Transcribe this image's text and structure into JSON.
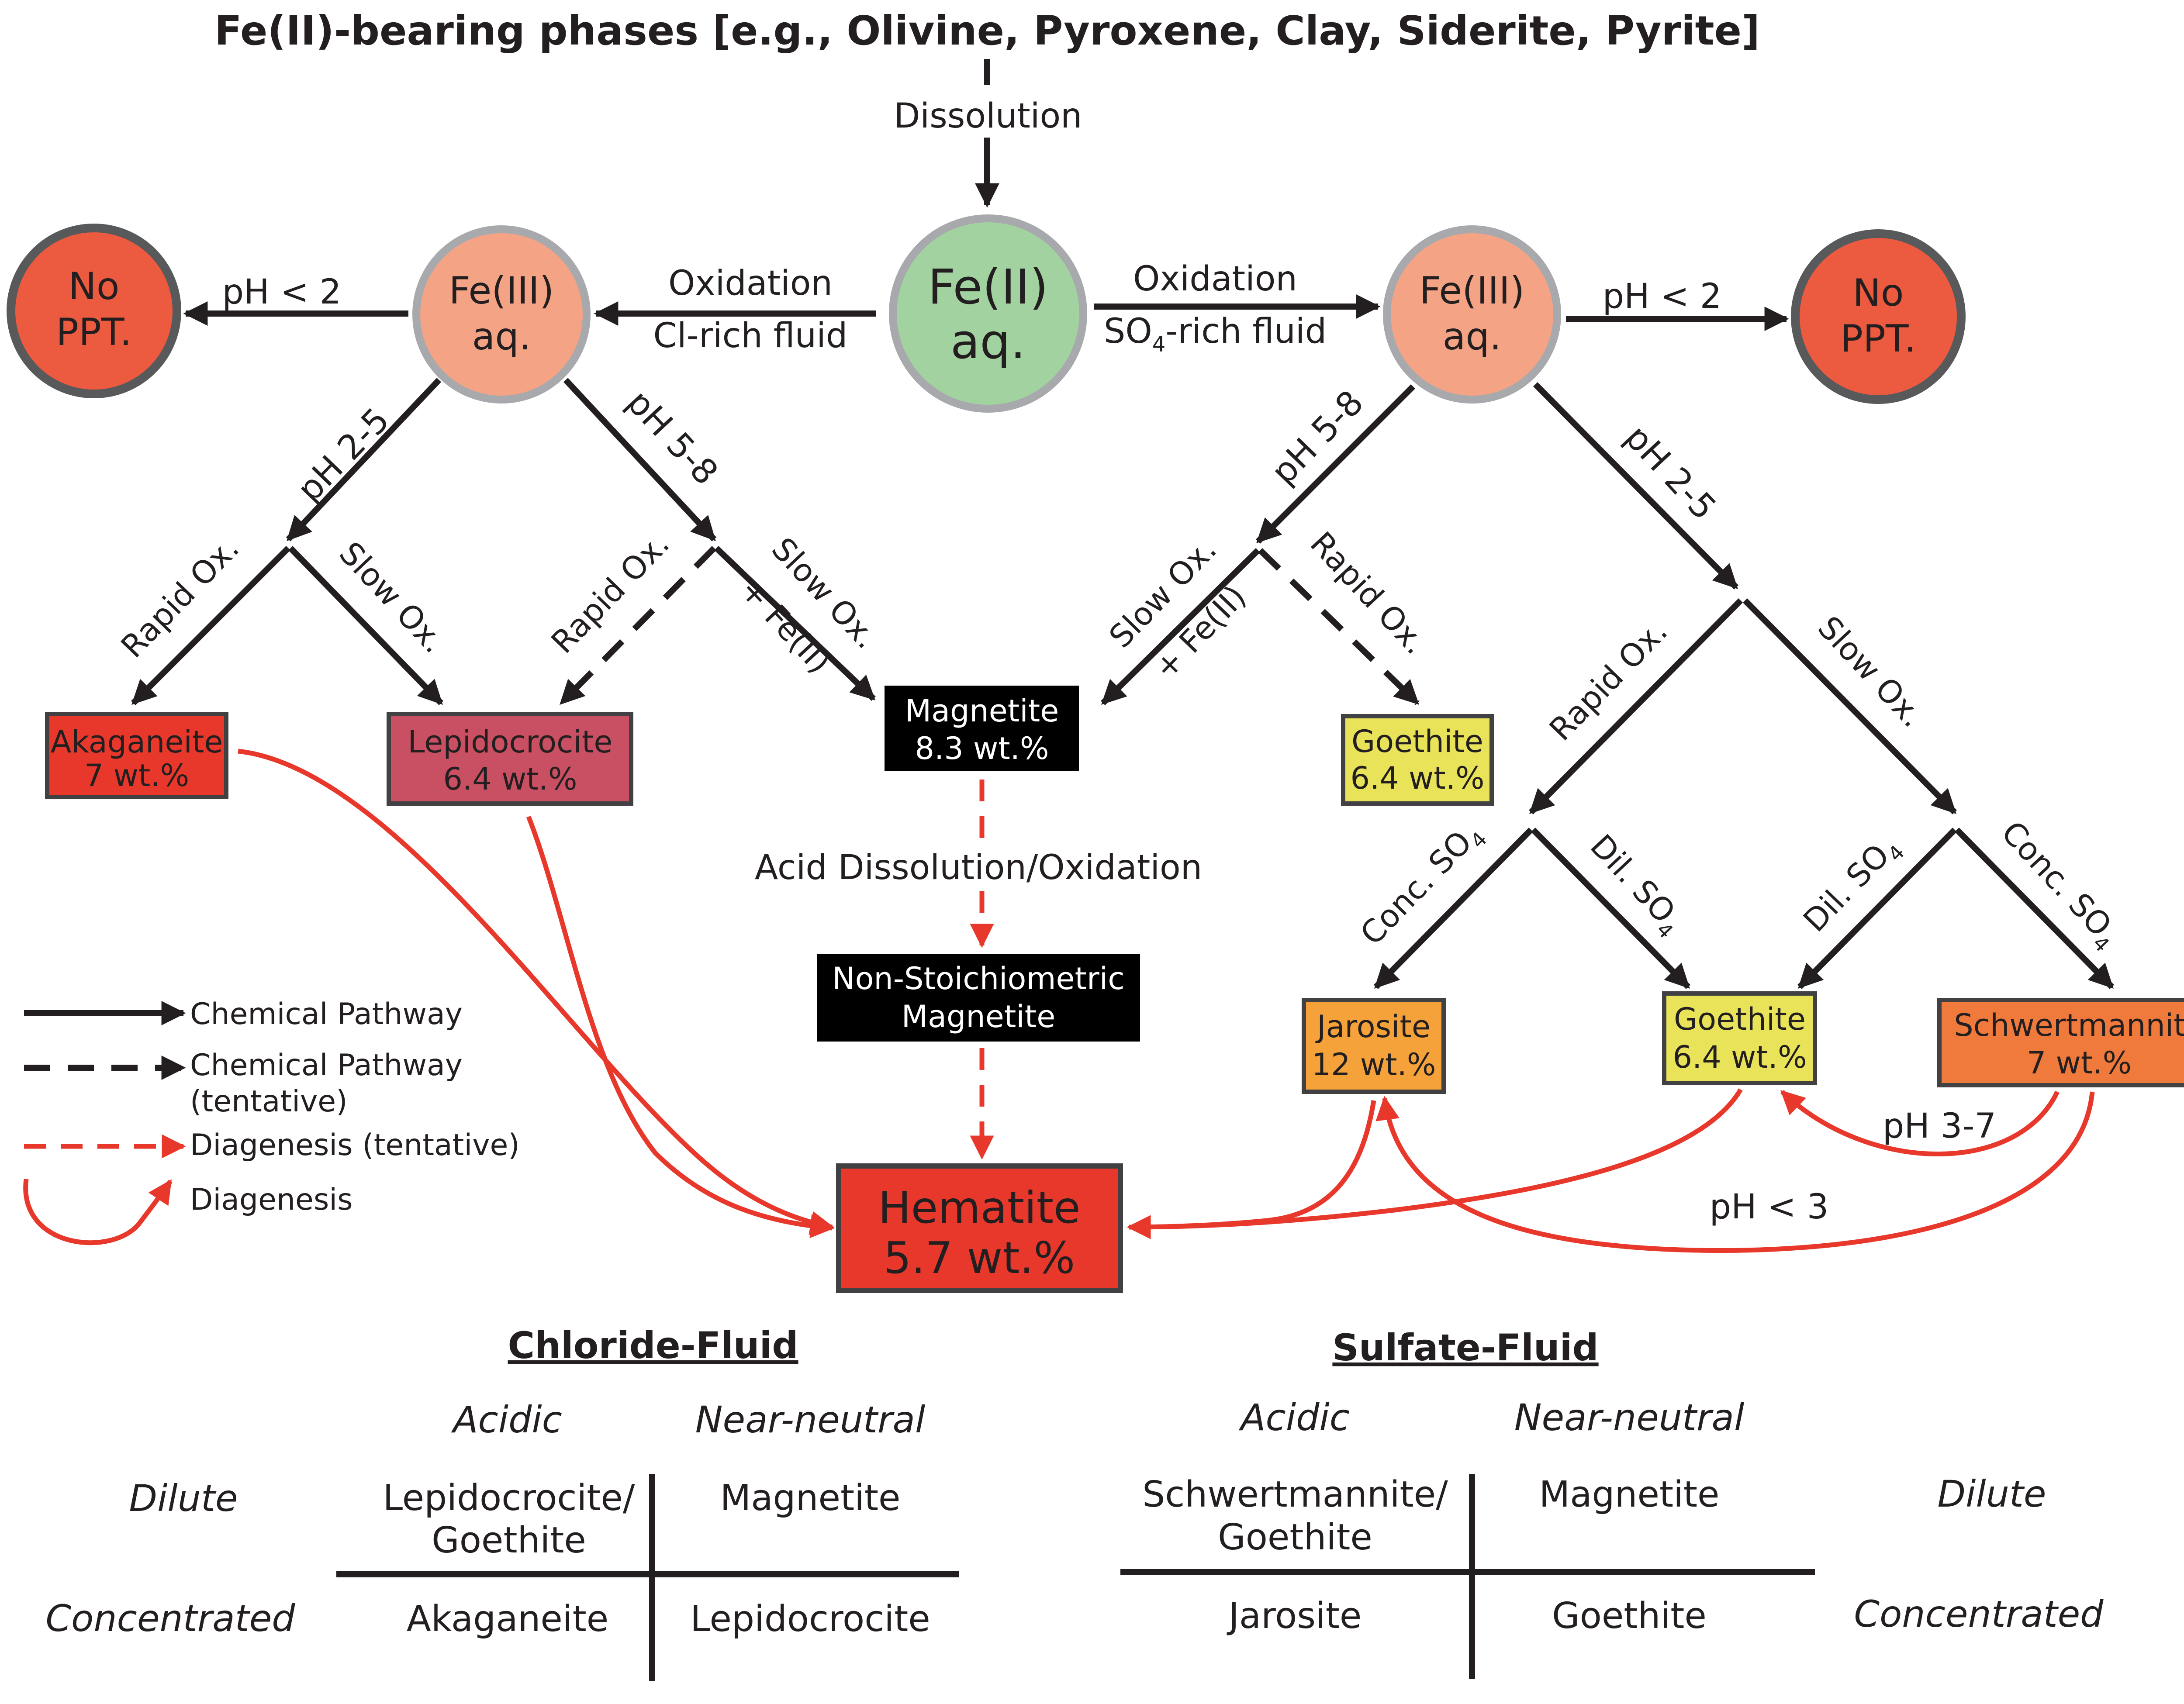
{
  "title": "Fe(II)-bearing phases [e.g., Olivine, Pyroxene, Clay, Siderite, Pyrite]",
  "colors": {
    "ink": "#231f20",
    "red_arrow": "#e8382c",
    "fe2_green": "#a2d2a0",
    "fe3_salmon": "#f4a385",
    "noppt_red": "#ec5b3f",
    "akaganeite": "#e8382c",
    "lepidocrocite": "#c94f62",
    "goethite": "#e9e35a",
    "jarosite": "#f6a23a",
    "schwertmannite": "#f07a3c",
    "hematite": "#e8382c",
    "magnetite": "#000000"
  },
  "nodes": {
    "fe2": {
      "line1": "Fe(II)",
      "line2": "aq."
    },
    "fe3_left": {
      "line1": "Fe(III)",
      "line2": "aq."
    },
    "fe3_right": {
      "line1": "Fe(III)",
      "line2": "aq."
    },
    "noppt_left": {
      "line1": "No",
      "line2": "PPT."
    },
    "noppt_right": {
      "line1": "No",
      "line2": "PPT."
    },
    "akaganeite": {
      "line1": "Akaganeite",
      "line2": "7 wt.%"
    },
    "lepidocrocite": {
      "line1": "Lepidocrocite",
      "line2": "6.4 wt.%"
    },
    "magnetite": {
      "line1": "Magnetite",
      "line2": "8.3 wt.%"
    },
    "goethite_upper": {
      "line1": "Goethite",
      "line2": "6.4 wt.%"
    },
    "nonstoich": {
      "line1": "Non-Stoichiometric",
      "line2": "Magnetite"
    },
    "jarosite": {
      "line1": "Jarosite",
      "line2": "12 wt.%"
    },
    "goethite_lower": {
      "line1": "Goethite",
      "line2": "6.4 wt.%"
    },
    "schwertmannite": {
      "line1": "Schwertmannite",
      "line2": "7 wt.%"
    },
    "hematite": {
      "line1": "Hematite",
      "line2": "5.7 wt.%"
    }
  },
  "labels": {
    "dissolution": "Dissolution",
    "oxidation_left": "Oxidation",
    "cl_rich": "Cl-rich fluid",
    "oxidation_right": "Oxidation",
    "so4_rich_so": "SO",
    "so4_rich_sub": "4",
    "so4_rich_rest": "-rich fluid",
    "ph_lt2_left": "pH < 2",
    "ph_lt2_right": "pH < 2",
    "ph25_left": "pH 2-5",
    "ph58_left": "pH 5-8",
    "ph58_right": "pH 5-8",
    "ph25_right": "pH 2-5",
    "rapid_ox_1": "Rapid Ox.",
    "slow_ox_1": "Slow Ox.",
    "rapid_ox_2": "Rapid Ox.",
    "slow_ox_2": "Slow Ox.",
    "plus_fe2_2": "+ Fe(II)",
    "slow_ox_3": "Slow Ox.",
    "plus_fe2_3": "+ Fe(II)",
    "rapid_ox_3": "Rapid Ox.",
    "rapid_ox_4": "Rapid Ox.",
    "slow_ox_4": "Slow Ox.",
    "conc_so": "Conc. SO",
    "dil_so": "Dil. SO",
    "sub4": "4",
    "acid_dissolution": "Acid Dissolution/Oxidation",
    "ph_3_7": "pH 3-7",
    "ph_lt3": "pH < 3"
  },
  "legend": {
    "chem": "Chemical Pathway",
    "chem_tent_1": "Chemical Pathway",
    "chem_tent_2": "(tentative)",
    "diag_tent": "Diagenesis (tentative)",
    "diag": "Diagenesis"
  },
  "tables": {
    "chloride": {
      "title": "Chloride-Fluid",
      "col_acidic": "Acidic",
      "col_neutral": "Near-neutral",
      "row_dilute": "Dilute",
      "row_conc": "Concentrated",
      "dil_acid_1": "Lepidocrocite/",
      "dil_acid_2": "Goethite",
      "dil_neutral": "Magnetite",
      "conc_acid": "Akaganeite",
      "conc_neutral": "Lepidocrocite"
    },
    "sulfate": {
      "title": "Sulfate-Fluid",
      "col_acidic": "Acidic",
      "col_neutral": "Near-neutral",
      "row_dilute": "Dilute",
      "row_conc": "Concentrated",
      "dil_acid_1": "Schwertmannite/",
      "dil_acid_2": "Goethite",
      "dil_neutral": "Magnetite",
      "conc_acid": "Jarosite",
      "conc_neutral": "Goethite"
    }
  }
}
